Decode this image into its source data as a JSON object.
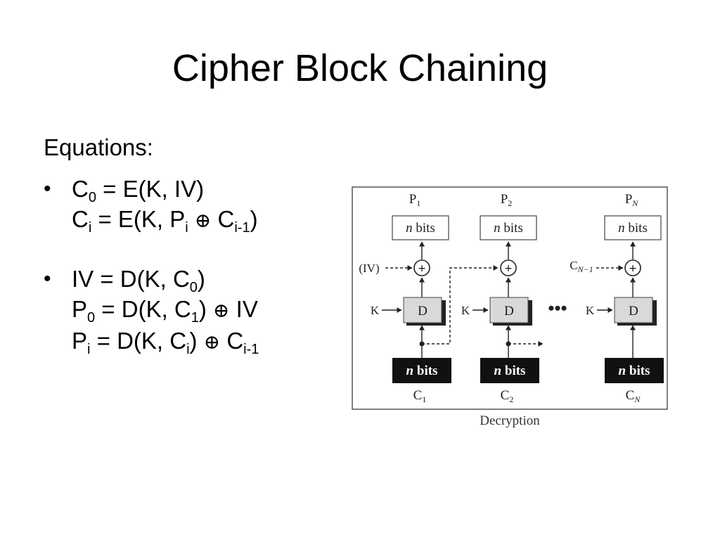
{
  "slide": {
    "title": "Cipher Block Chaining"
  },
  "equations": {
    "heading": "Equations:",
    "bullet_glyph": "•",
    "xor_symbol": "⊕",
    "enc": {
      "l1_a": "C",
      "l1_a_sub": "0",
      "l1_b": " = E(K, IV)",
      "l2_a": "C",
      "l2_a_sub": "i",
      "l2_b": " = E(K, P",
      "l2_b_sub": "i",
      "l2_c": " ",
      "l2_d": " C",
      "l2_d_sub": "i-1",
      "l2_e": ")"
    },
    "dec": {
      "l1_a": "IV = D(K, C",
      "l1_a_sub": "0",
      "l1_b": ")",
      "l2_a": "P",
      "l2_a_sub": "0",
      "l2_b": " = D(K, C",
      "l2_b_sub": "1",
      "l2_c": ") ",
      "l2_d": " IV",
      "l3_a": "P",
      "l3_a_sub": "i",
      "l3_b": " = D(K, C",
      "l3_b_sub": "i",
      "l3_c": ") ",
      "l3_d": " C",
      "l3_d_sub": "i-1"
    }
  },
  "diagram": {
    "caption": "Decryption",
    "plaintext_labels": [
      {
        "base": "P",
        "sub": "1"
      },
      {
        "base": "P",
        "sub": "2"
      },
      {
        "base": "P",
        "sub": "N"
      }
    ],
    "ciphertext_labels": [
      {
        "base": "C",
        "sub": "1"
      },
      {
        "base": "C",
        "sub": "2"
      },
      {
        "base": "C",
        "sub": "N"
      }
    ],
    "output_box_label": {
      "italic": "n",
      "rest": " bits"
    },
    "input_box_label": {
      "italic": "n",
      "rest": " bits"
    },
    "decrypt_label": "D",
    "key_label": "K",
    "iv_label": "(IV)",
    "prev_cipher_label": {
      "base": "C",
      "sub": "N−1"
    },
    "ellipsis": "•••",
    "xor_glyph": "+"
  }
}
